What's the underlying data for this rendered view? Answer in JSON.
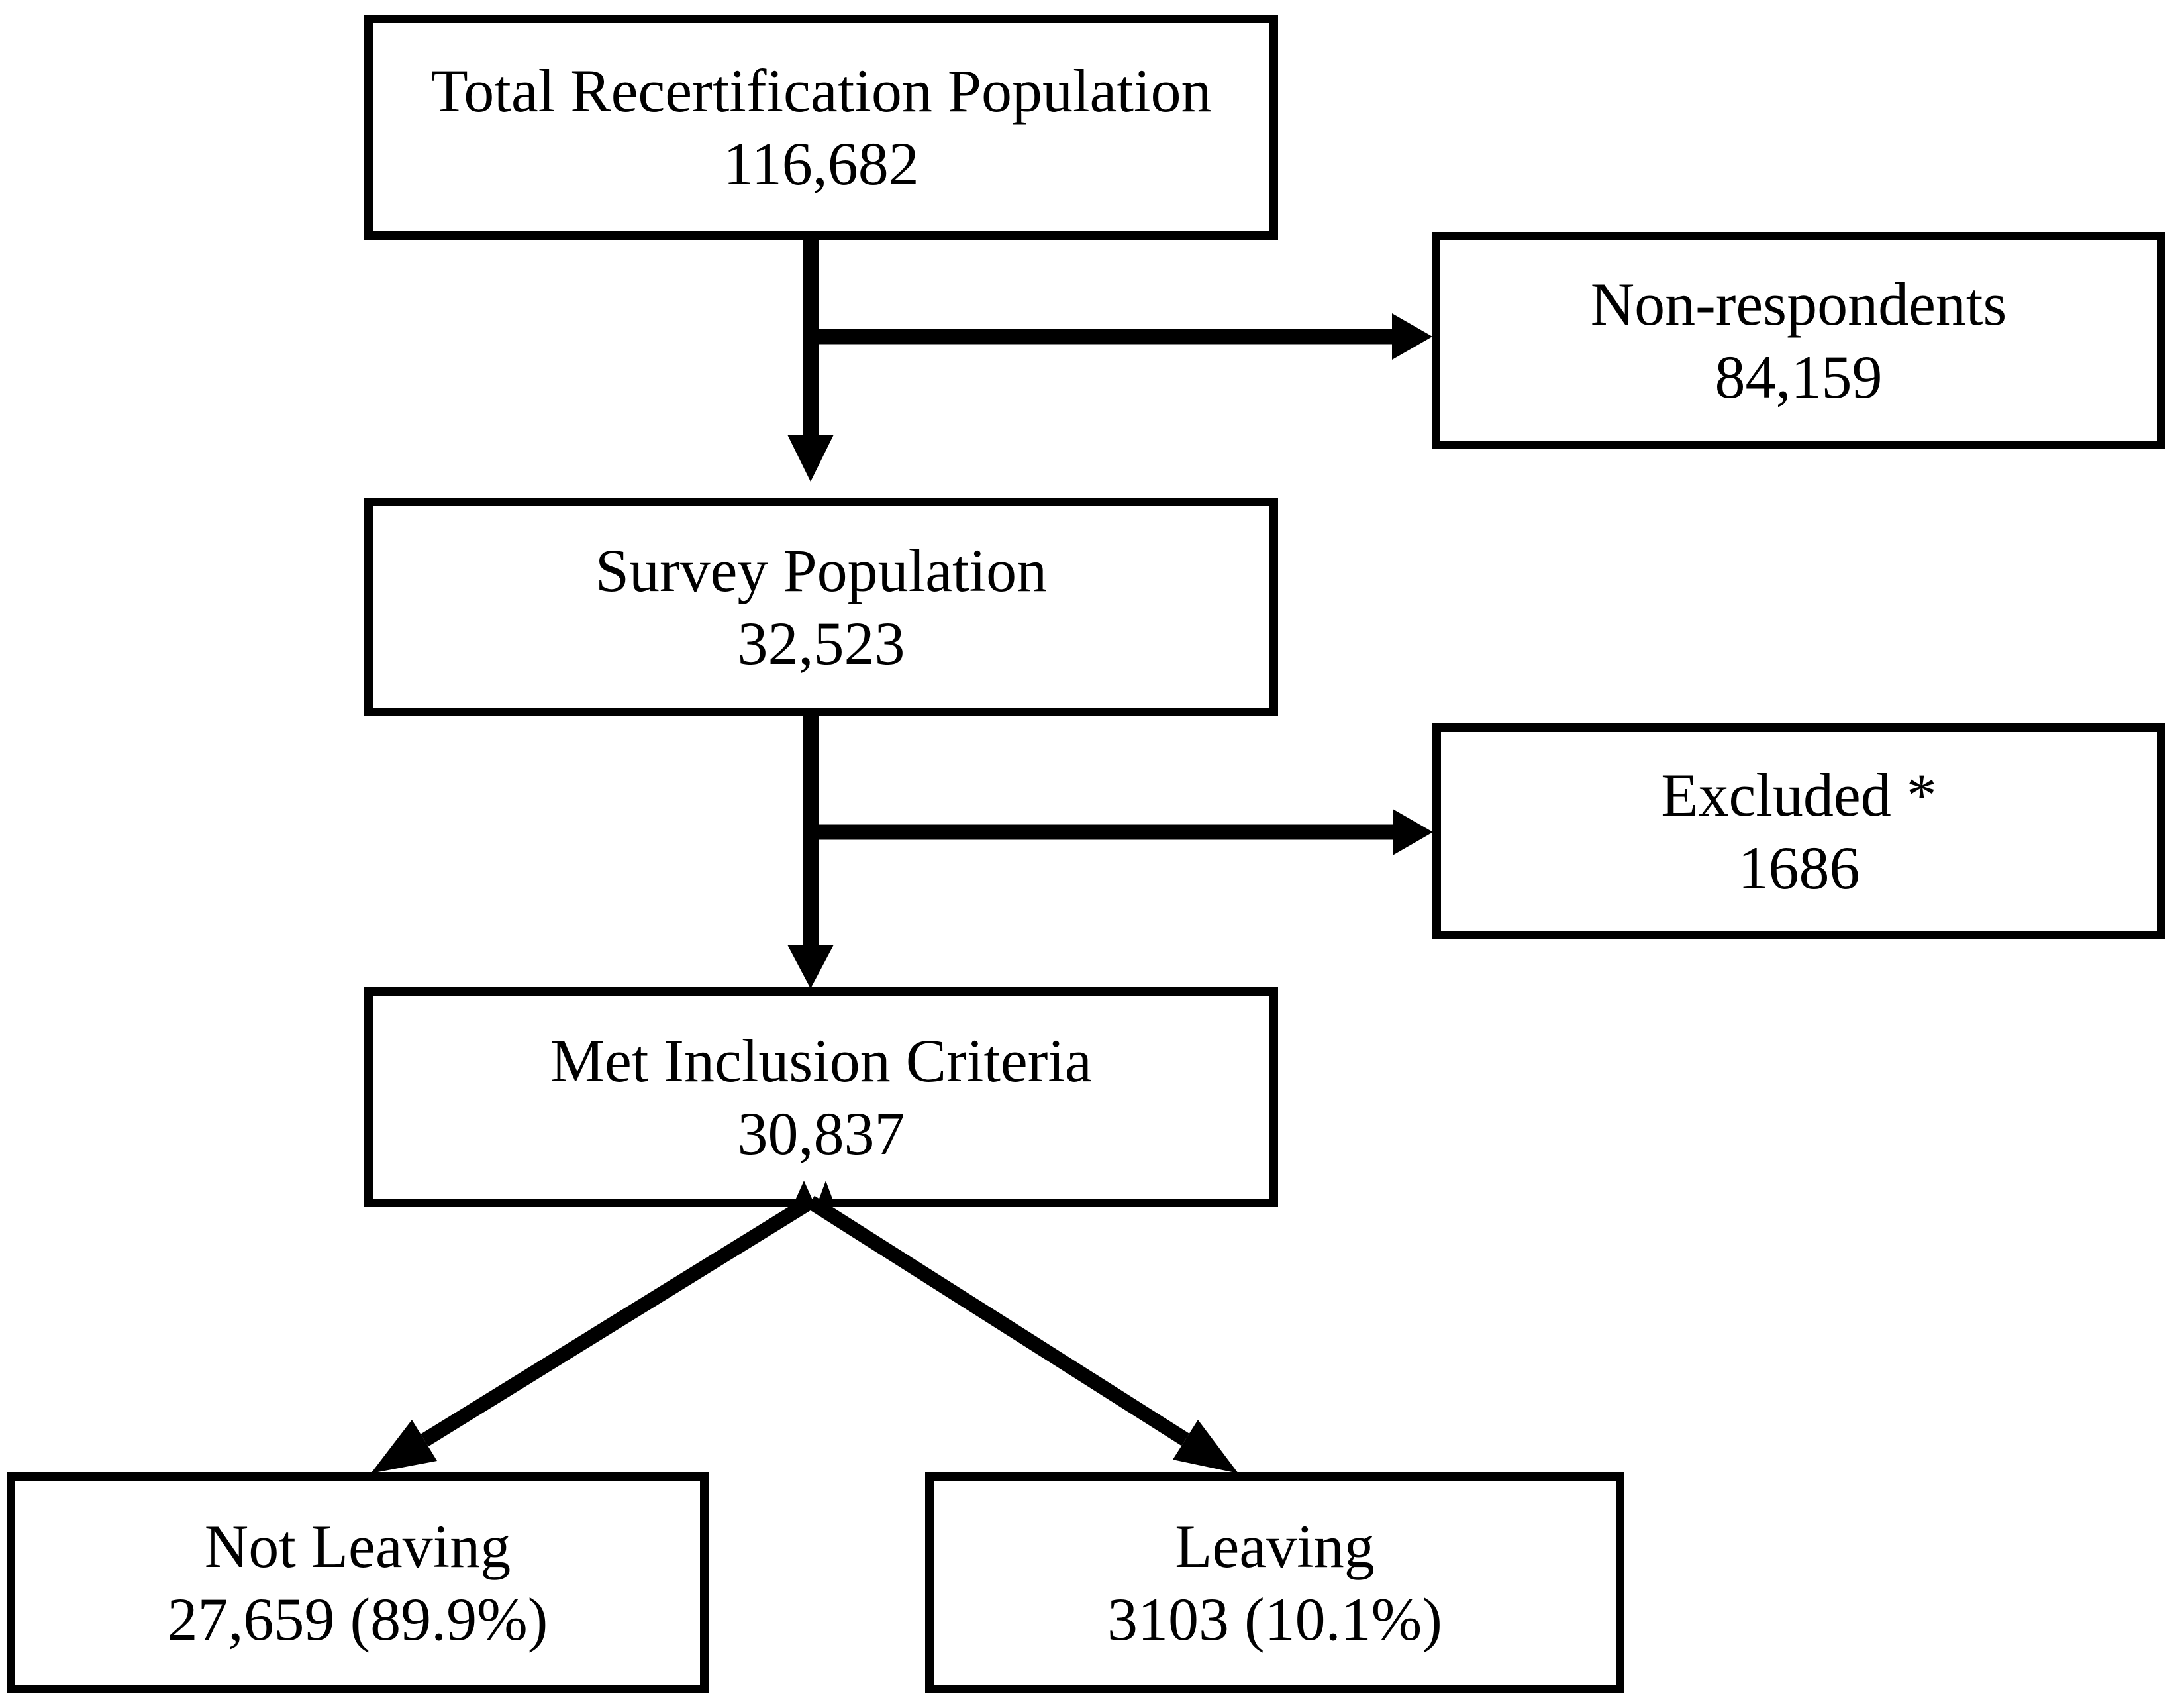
{
  "figure": {
    "type": "flowchart",
    "background_color": "#ffffff",
    "line_color": "#000000",
    "boxes": {
      "total": {
        "label": "Total Recertification Population",
        "value": "116,682"
      },
      "non_respondents": {
        "label": "Non-respondents",
        "value": "84,159"
      },
      "survey": {
        "label": "Survey Population",
        "value": "32,523"
      },
      "excluded": {
        "label": "Excluded *",
        "value": "1686"
      },
      "met_inclusion": {
        "label": "Met Inclusion Criteria",
        "value": "30,837"
      },
      "not_leaving": {
        "label": "Not Leaving",
        "value": "27,659 (89.9%)"
      },
      "leaving": {
        "label": "Leaving",
        "value": "3103 (10.1%)"
      }
    },
    "arrows": [
      {
        "from": "total",
        "to": "non_respondents"
      },
      {
        "from": "total",
        "to": "survey"
      },
      {
        "from": "survey",
        "to": "excluded"
      },
      {
        "from": "survey",
        "to": "met_inclusion"
      },
      {
        "from": "met_inclusion",
        "to": "not_leaving"
      },
      {
        "from": "met_inclusion",
        "to": "leaving"
      }
    ]
  }
}
